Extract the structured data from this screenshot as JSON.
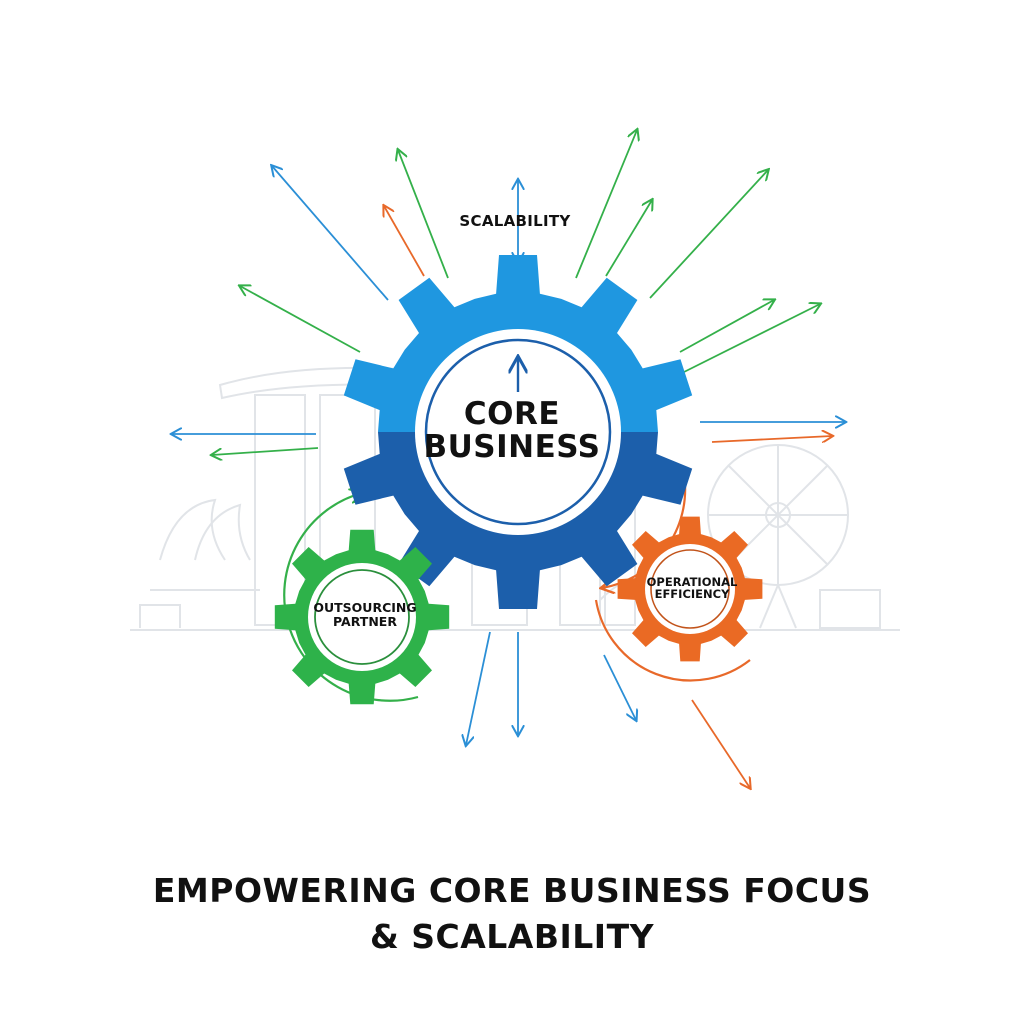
{
  "diagram": {
    "core_gear": {
      "line1": "CORE",
      "line2": "BUSINESS",
      "color_top": "#1f97e0",
      "color_bottom": "#1c5fab"
    },
    "left_gear": {
      "line1": "OUTSOURCING",
      "line2": "PARTNER",
      "color": "#2eb24a"
    },
    "right_gear": {
      "line1": "OPERATIONAL",
      "line2": "EFFICIENCY",
      "color": "#ea6a24"
    },
    "top_label": "SCALABILITY"
  },
  "headline": {
    "line1": "EMPOWERING CORE BUSINESS FOCUS",
    "line2": "& SCALABILITY"
  },
  "colors": {
    "blue": "#2b8fd6",
    "green": "#34b04a",
    "orange": "#e8692a",
    "skyline": "#e3e6ea"
  }
}
